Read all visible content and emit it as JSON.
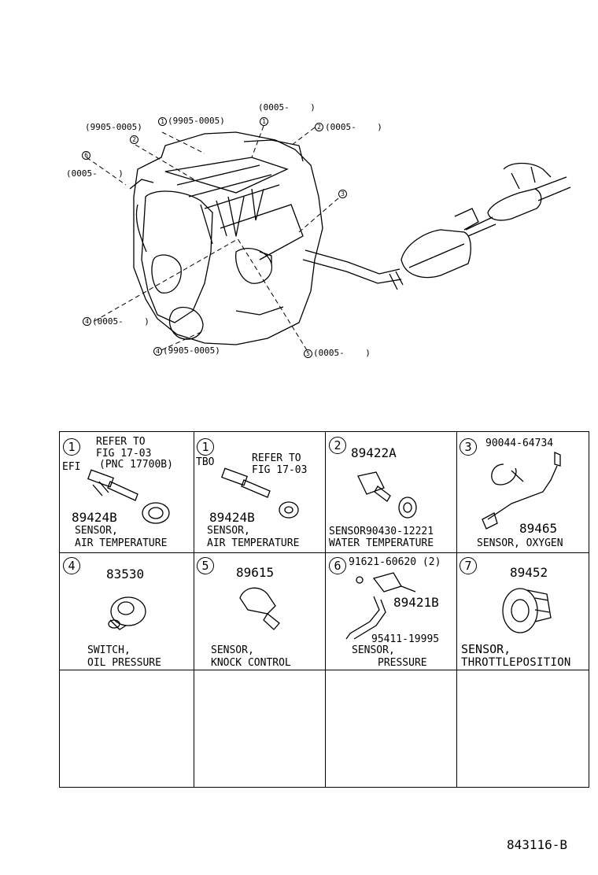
{
  "diagram": {
    "callouts": {
      "c1_top": "(9905-0005)",
      "c1_top_num": "1",
      "c_top_right": "(0005-    )",
      "c_top_right_num": "1",
      "c2_left": "(9905-0005)",
      "c2_left_num": "2",
      "c2_right": "(0005-    )",
      "c2_right_num": "2",
      "c6_left": "(0005-    )",
      "c6_num": "6",
      "c3_num": "3",
      "c4_left": "(0005-    )",
      "c4_left_num": "4",
      "c4_bottom": "(9905-0005)",
      "c4_bottom_num": "4",
      "c5_bottom": "(0005-    )",
      "c5_bottom_num": "5"
    }
  },
  "cells": [
    {
      "index": "1",
      "prefix": "EFI",
      "ref_lines": [
        "REFER TO",
        "FIG 17-03",
        "(PNC 17700B)"
      ],
      "part": "89424B",
      "desc": [
        "SENSOR,",
        "AIR TEMPERATURE"
      ]
    },
    {
      "index": "1",
      "prefix": "TBO",
      "ref_lines": [
        "REFER TO",
        "FIG 17-03"
      ],
      "part": "89424B",
      "desc": [
        "SENSOR,",
        "AIR TEMPERATURE"
      ]
    },
    {
      "index": "2",
      "part": "89422A",
      "sub_part": "SENSOR90430-12221",
      "desc": [
        "WATER TEMPERATURE"
      ]
    },
    {
      "index": "3",
      "part_top": "90044-64734",
      "part": "89465",
      "desc": [
        "SENSOR, OXYGEN"
      ]
    },
    {
      "index": "4",
      "part": "83530",
      "desc": [
        "SWITCH,",
        "OIL PRESSURE"
      ]
    },
    {
      "index": "5",
      "part": "89615",
      "desc": [
        "SENSOR,",
        "KNOCK CONTROL"
      ]
    },
    {
      "index": "6",
      "part_top": "91621-60620 (2)",
      "part": "89421B",
      "sub_part": "95411-19995",
      "desc": [
        "SENSOR,",
        "PRESSURE"
      ]
    },
    {
      "index": "7",
      "part": "89452",
      "desc": [
        "SENSOR,",
        "THROTTLEPOSITION"
      ]
    }
  ],
  "footer_code": "843116-B"
}
